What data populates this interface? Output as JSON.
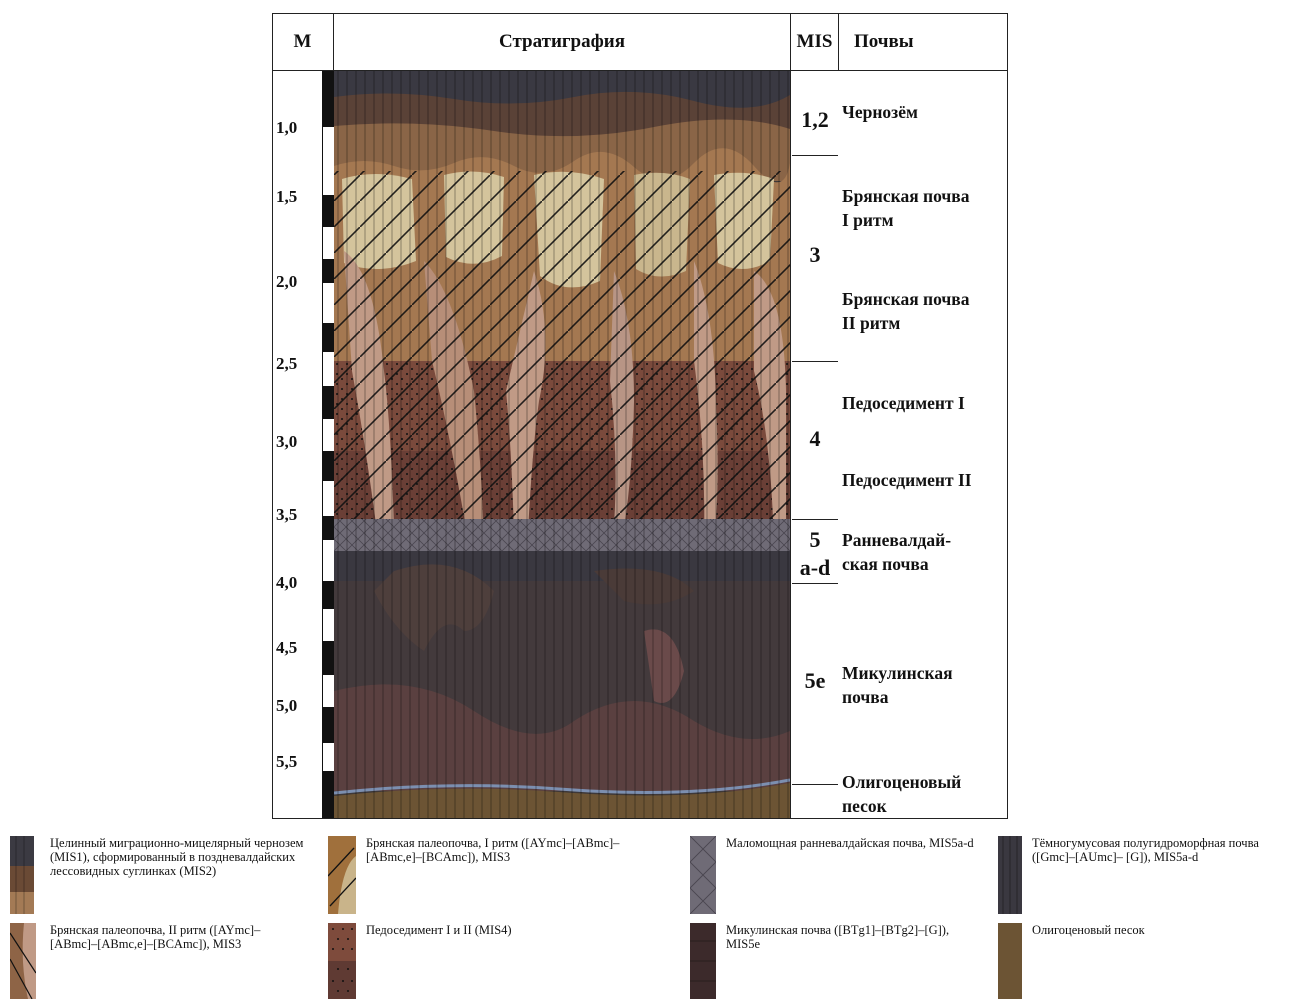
{
  "header": {
    "depth_label": "М",
    "strat_label": "Стратиграфия",
    "mis_label": "MIS",
    "soils_label": "Почвы"
  },
  "depth_scale": [
    {
      "label": "1,0"
    },
    {
      "label": "1,5"
    },
    {
      "label": "2,0"
    },
    {
      "label": "2,5"
    },
    {
      "label": "3,0"
    },
    {
      "label": "3,5"
    },
    {
      "label": "4,0"
    },
    {
      "label": "4,5"
    },
    {
      "label": "5,0"
    },
    {
      "label": "5,5"
    }
  ],
  "mis": [
    "1,2",
    "3",
    "4",
    "5",
    "a-d",
    "5e"
  ],
  "soils": [
    "Чернозём",
    "Брянская почва",
    "I ритм",
    "Брянская почва",
    "II ритм",
    "Педоседимент I",
    "Педоседимент II",
    "Ранневалдай-",
    "ская почва",
    "Микулинская",
    "почва",
    "Олигоценовый",
    "песок"
  ],
  "legend": [
    {
      "text": "Целинный миграционно-мицелярный чернозем (MIS1), сформированный в поздневалдайских лессовидных суглинках (MIS2)",
      "colors": [
        "#3b3a42",
        "#6a4a35",
        "#a37a55"
      ]
    },
    {
      "text": "Брянская палеопочва, I ритм ([AYmc]–[ABmc]–[ABmc,e]–[BCAmc]), MIS3",
      "colors": [
        "#a0703c",
        "#c9b48a"
      ]
    },
    {
      "text": "Маломощная ранневалдайская почва, MIS5a-d",
      "colors": [
        "#6f6b76"
      ]
    },
    {
      "text": "Тёмногумусовая полугидроморфная почва ([Gmc]–[AUmc]– [G]), MIS5a-d",
      "colors": [
        "#3a3840"
      ]
    },
    {
      "text": "Брянская палеопочва, II ритм ([AYmc]–[ABmc]–[ABmc,e]–[BCAmc]), MIS3",
      "colors": [
        "#8e6446",
        "#c09a86"
      ]
    },
    {
      "text": "Педоседимент I и II (MIS4)",
      "colors": [
        "#7e4b3c",
        "#5f3a33"
      ]
    },
    {
      "text": "Микулинская почва ([BTg1]–[BTg2]–[G]), MIS5e",
      "colors": [
        "#3c2a2b"
      ]
    },
    {
      "text": "Олигоценовый песок",
      "colors": [
        "#6c5434"
      ]
    }
  ]
}
